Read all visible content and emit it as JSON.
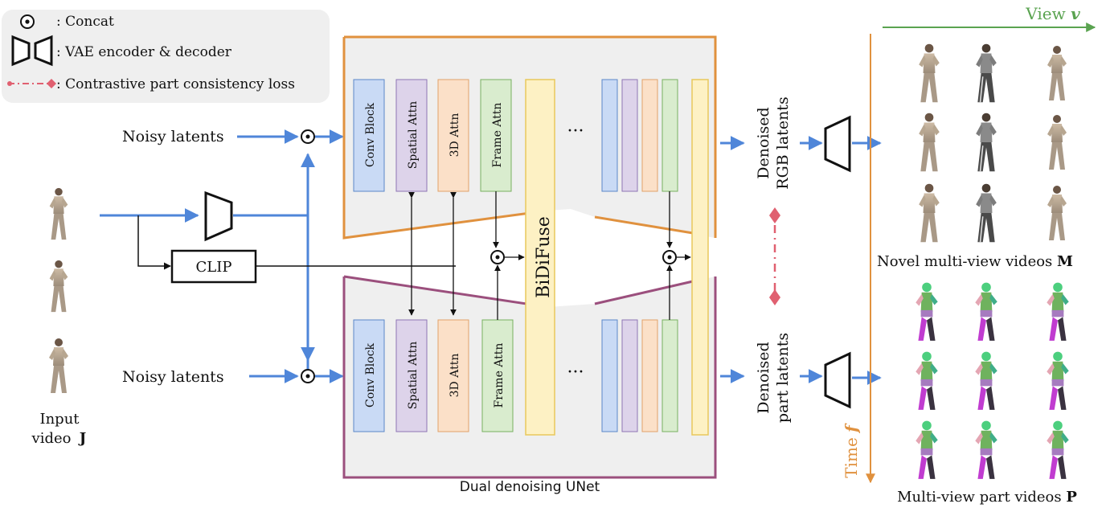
{
  "legend": {
    "concat": ": Concat",
    "vae": ": VAE encoder & decoder",
    "loss": ": Contrastive part consistency loss"
  },
  "inputs": {
    "noisy_top": "Noisy latents",
    "noisy_bottom": "Noisy latents",
    "clip": "CLIP",
    "input_video_line1": "Input",
    "input_video_line2": "video",
    "input_video_symbol": "J"
  },
  "unet": {
    "caption": "Dual denoising UNet",
    "blocks": [
      "Conv Block",
      "Spatial Attn",
      "3D Attn",
      "Frame Attn"
    ],
    "fuse": "BiDiFuse",
    "ellipsis": "···"
  },
  "outputs": {
    "rgb_line1": "Denoised",
    "rgb_line2": "RGB latents",
    "part_line1": "Denoised",
    "part_line2": "part latents",
    "rgb_caption": "Novel multi-view videos",
    "rgb_symbol": "M",
    "part_caption": "Multi-view part videos",
    "part_symbol": "P",
    "view_axis": "View",
    "view_symbol": "v",
    "time_axis": "Time",
    "time_symbol": "f"
  },
  "colors": {
    "blue_arrow": "#4f86d9",
    "orange_unet": "#e0913e",
    "purple_unet": "#9b4f7d",
    "conv": "#c9daf5",
    "spatial": "#ddd3ea",
    "attn3d": "#fbe0c8",
    "frame": "#d9ecce",
    "fuse": "#fdf1c4",
    "loss": "#e06070",
    "view_axis": "#5aa350",
    "time_axis": "#e0913e"
  }
}
